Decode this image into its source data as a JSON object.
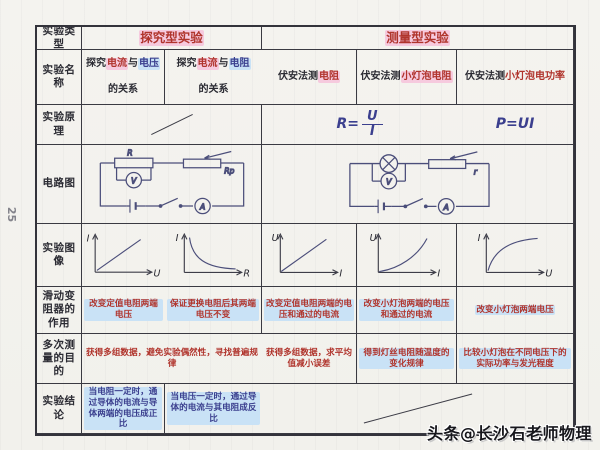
{
  "page": {
    "side_note": "25",
    "watermark": "头条@长沙石老师物理"
  },
  "colors": {
    "ink_black": "#2b2b33",
    "ink_red": "#b0342c",
    "ink_blue": "#3b3f8e",
    "highlight_pink": "#f6cade",
    "highlight_blue": "#c9e2f6",
    "table_line": "#33333b",
    "paper": "#f2f1ec"
  },
  "table": {
    "row_labels": [
      "实验类型",
      "实验名称",
      "实验原理",
      "电路图",
      "实验图像",
      "滑动变阻器的作用",
      "多次测量的目的",
      "实验结论"
    ],
    "experiment_types": {
      "explore": "探究型实验",
      "measure": "测量型实验"
    },
    "names": {
      "n1": [
        {
          "t": "探究",
          "c": "black"
        },
        {
          "t": "电流",
          "c": "red",
          "h": "pink"
        },
        {
          "t": "与",
          "c": "black"
        },
        {
          "t": "电压",
          "c": "blue",
          "h": "blue"
        },
        {
          "t": "的关系",
          "c": "black"
        }
      ],
      "n2": [
        {
          "t": "探究",
          "c": "black"
        },
        {
          "t": "电流",
          "c": "red",
          "h": "pink"
        },
        {
          "t": "与",
          "c": "black"
        },
        {
          "t": "电阻",
          "c": "blue",
          "h": "blue"
        },
        {
          "t": "的关系",
          "c": "black"
        }
      ],
      "n3": [
        {
          "t": "伏安法测",
          "c": "black"
        },
        {
          "t": "电阻",
          "c": "red",
          "h": "pink"
        }
      ],
      "n4": [
        {
          "t": "伏安法测",
          "c": "black"
        },
        {
          "t": "小灯泡电阻",
          "c": "red",
          "h": "pink"
        }
      ],
      "n5": [
        {
          "t": "伏安法测",
          "c": "black"
        },
        {
          "t": "小灯泡电功率",
          "c": "red"
        }
      ]
    },
    "principle": {
      "r_formula": {
        "lhs": "R=",
        "numerator": "U",
        "denominator": "I"
      },
      "p_formula": "P=UI"
    },
    "circuits": {
      "c1_labels": {
        "resistor": "R",
        "rheostat": "Rp",
        "voltmeter": "V",
        "ammeter": "A"
      },
      "c2_labels": {
        "rheostat": "r",
        "voltmeter": "V",
        "ammeter": "A"
      }
    },
    "graphs": [
      {
        "ylabel": "I",
        "xlabel": "U",
        "curve": "linear"
      },
      {
        "ylabel": "I",
        "xlabel": "R",
        "curve": "hyperbola"
      },
      {
        "ylabel": "U",
        "xlabel": "I",
        "curve": "linear"
      },
      {
        "ylabel": "U",
        "xlabel": "I",
        "curve": "concave-up"
      },
      {
        "ylabel": "I",
        "xlabel": "U",
        "curve": "saturating"
      }
    ],
    "rheostat_role": [
      "改变定值电阻两端电压",
      "保证更换电阻后其两端电压不变",
      "改变定值电阻两端的电压和通过的电流",
      "改变小灯泡两端的电压和通过的电流",
      "改变小灯泡两端电压"
    ],
    "multi_measure_purpose": [
      "获得多组数据，避免实验偶然性，寻找普遍规律",
      "获得多组数据，求平均值减小误差",
      "得到灯丝电阻随温度的变化规律",
      "比较小灯泡在不同电压下的实际功率与发光程度"
    ],
    "conclusions": [
      "当电阻一定时，通过导体的电流与导体两端的电压成正比",
      "当电压一定时，通过导体的电流与其电阻成反比"
    ]
  }
}
